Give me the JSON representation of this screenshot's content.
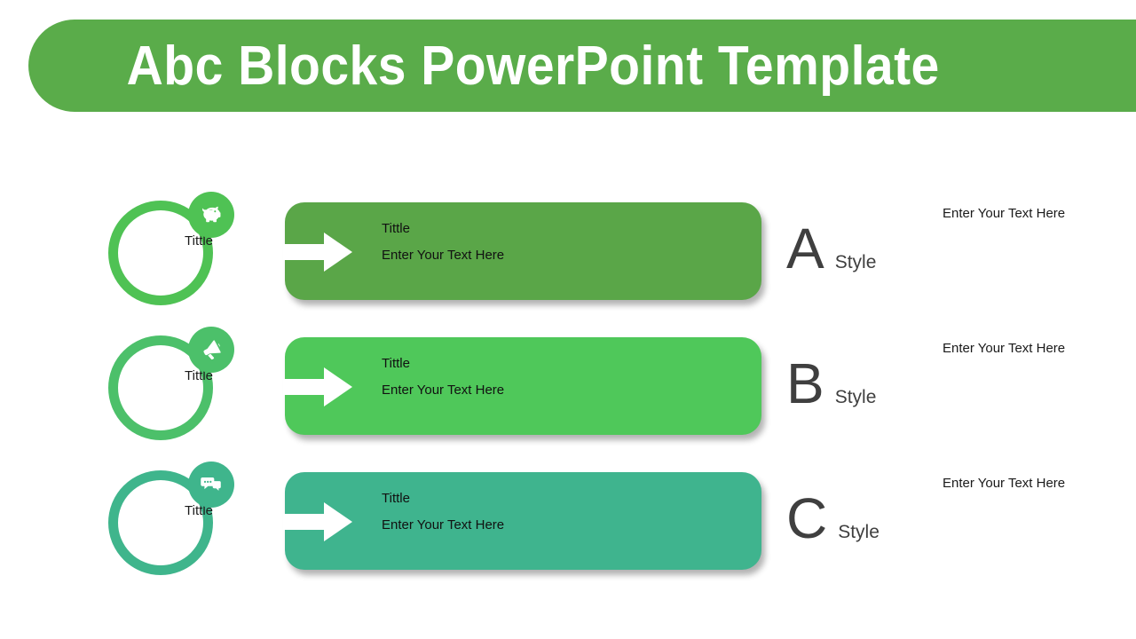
{
  "slide": {
    "title": "Abc Blocks PowerPoint Template",
    "background_color": "#ffffff",
    "banner_color": "#5aac4a",
    "title_color": "#ffffff"
  },
  "rows": [
    {
      "id": "a",
      "letter": "A",
      "style_label": "Style",
      "ring_label": "Tittle",
      "block_title": "Tittle",
      "block_body": "Enter Your Text Here",
      "right_note": "Enter Your Text Here",
      "icon": "piggy-bank-icon",
      "block_color": "#5aa648",
      "ring_color": "#4fc254"
    },
    {
      "id": "b",
      "letter": "B",
      "style_label": "Style",
      "ring_label": "Tittle",
      "block_title": "Tittle",
      "block_body": "Enter Your Text Here",
      "right_note": "Enter Your Text Here",
      "icon": "megaphone-icon",
      "block_color": "#4fc85a",
      "ring_color": "#4cc06a"
    },
    {
      "id": "c",
      "letter": "C",
      "style_label": "Style",
      "ring_label": "Tittle",
      "block_title": "Tittle",
      "block_body": "Enter Your Text Here",
      "right_note": "Enter Your Text Here",
      "icon": "chat-bubbles-icon",
      "block_color": "#3fb48e",
      "ring_color": "#3fb58c"
    }
  ]
}
